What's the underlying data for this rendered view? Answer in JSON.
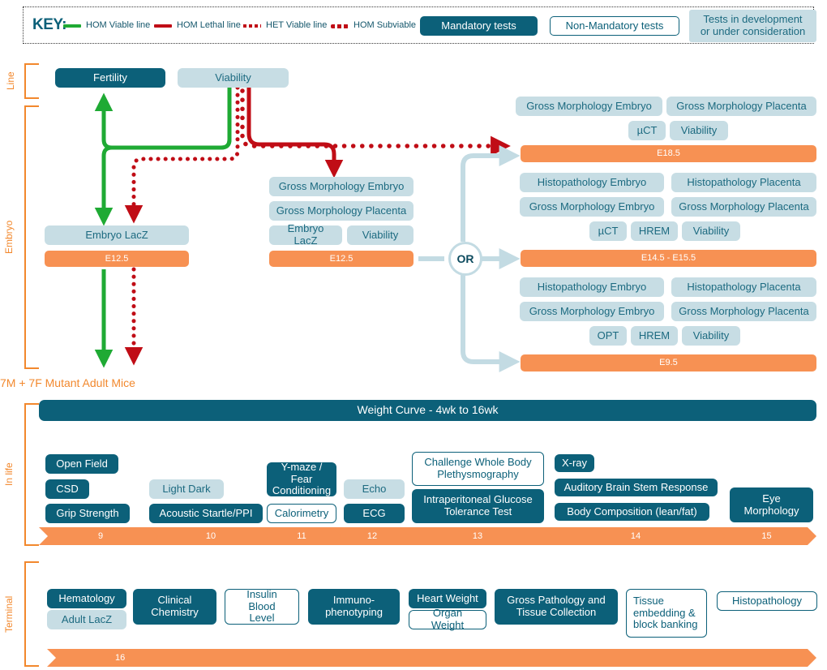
{
  "key": {
    "label": "KEY:",
    "lines": [
      {
        "name": "HOM Viable line",
        "style": "solid",
        "color": "#1faa34"
      },
      {
        "name": "HOM Lethal line",
        "style": "solid",
        "color": "#c00d16"
      },
      {
        "name": "HET Viable line",
        "style": "dashed",
        "color": "#c00d16"
      },
      {
        "name": "HOM Subviable",
        "style": "dotted",
        "color": "#c00d16"
      }
    ],
    "buttons": [
      {
        "label": "Mandatory tests",
        "kind": "mandatory"
      },
      {
        "label": "Non-Mandatory tests",
        "kind": "non-mandatory"
      },
      {
        "label": "Tests in development\nor under consideration",
        "kind": "development"
      }
    ]
  },
  "section_labels": {
    "line": "Line",
    "embryo": "Embryo",
    "in_life": "In life",
    "terminal": "Terminal"
  },
  "line_row": {
    "fertility": "Fertility",
    "viability": "Viability"
  },
  "embryo": {
    "left_group": {
      "test": "Embryo LacZ",
      "stage": "E12.5"
    },
    "mid_group": {
      "tests": [
        "Gross Morphology Embryo",
        "Gross Morphology Placenta",
        "Embryo LacZ",
        "Viability"
      ],
      "stage": "E12.5"
    },
    "or_label": "OR",
    "right_groups": [
      {
        "tests": [
          "Gross Morphology Embryo",
          "Gross Morphology Placenta",
          "µCT",
          "Viability"
        ],
        "stage": "E18.5"
      },
      {
        "tests": [
          "Histopathology Embryo",
          "Histopathology Placenta",
          "Gross Morphology Embryo",
          "Gross Morphology Placenta",
          "µCT",
          "HREM",
          "Viability"
        ],
        "stage": "E14.5 - E15.5"
      },
      {
        "tests": [
          "Histopathology Embryo",
          "Histopathology Placenta",
          "Gross Morphology Embryo",
          "Gross Morphology Placenta",
          "OPT",
          "HREM",
          "Viability"
        ],
        "stage": "E9.5"
      }
    ]
  },
  "adult_caption": "7M + 7F Mutant Adult Mice",
  "in_life": {
    "weight_curve": "Weight Curve - 4wk to 16wk",
    "tests": [
      {
        "label": "Open Field",
        "kind": "mandatory"
      },
      {
        "label": "CSD",
        "kind": "mandatory"
      },
      {
        "label": "Grip Strength",
        "kind": "mandatory"
      },
      {
        "label": "Light Dark",
        "kind": "development"
      },
      {
        "label": "Acoustic Startle/PPI",
        "kind": "mandatory"
      },
      {
        "label": "Y-maze / Fear\nConditioning",
        "kind": "mandatory"
      },
      {
        "label": "Calorimetry",
        "kind": "non-mandatory"
      },
      {
        "label": "Echo",
        "kind": "development"
      },
      {
        "label": "ECG",
        "kind": "mandatory"
      },
      {
        "label": "Challenge Whole Body\nPlethysmography",
        "kind": "non-mandatory"
      },
      {
        "label": "Intraperitoneal Glucose\nTolerance Test",
        "kind": "mandatory"
      },
      {
        "label": "X-ray",
        "kind": "mandatory"
      },
      {
        "label": "Auditory Brain Stem Response",
        "kind": "mandatory"
      },
      {
        "label": "Body Composition (lean/fat)",
        "kind": "mandatory"
      },
      {
        "label": "Eye\nMorphology",
        "kind": "mandatory"
      }
    ],
    "stages": [
      "9",
      "10",
      "11",
      "12",
      "13",
      "14",
      "15"
    ]
  },
  "terminal": {
    "tests": [
      {
        "label": "Hematology",
        "kind": "mandatory"
      },
      {
        "label": "Adult LacZ",
        "kind": "development"
      },
      {
        "label": "Clinical\nChemistry",
        "kind": "mandatory"
      },
      {
        "label": "Insulin Blood\nLevel",
        "kind": "non-mandatory"
      },
      {
        "label": "Immuno-\nphenotyping",
        "kind": "mandatory"
      },
      {
        "label": "Heart Weight",
        "kind": "mandatory"
      },
      {
        "label": "Organ Weight",
        "kind": "non-mandatory"
      },
      {
        "label": "Gross Pathology and\nTissue Collection",
        "kind": "mandatory"
      },
      {
        "label": "Tissue\nembedding &\nblock banking",
        "kind": "non-mandatory"
      },
      {
        "label": "Histopathology",
        "kind": "non-mandatory"
      }
    ],
    "stages": [
      "16"
    ]
  },
  "colors": {
    "mandatory": "#0c6079",
    "development": "#c7dde4",
    "stage_orange": "#f79153",
    "bracket_orange": "#f2882d",
    "hom_viable_green": "#1faa34",
    "lethal_red": "#c00d16",
    "connector_blue": "#c3dbe3"
  }
}
